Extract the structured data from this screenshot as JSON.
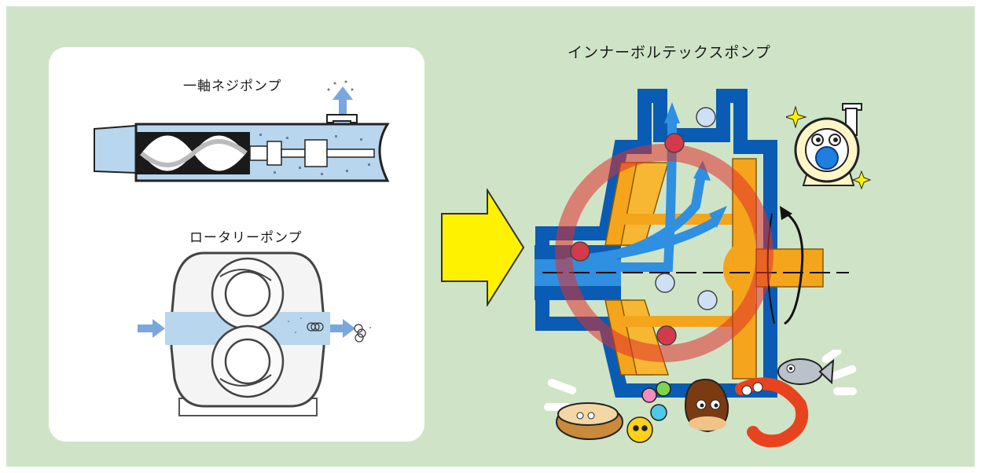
{
  "labels": {
    "screw_pump": "一軸ネジポンプ",
    "rotary_pump": "ロータリーポンプ",
    "inner_vortex_pump": "インナーボルテックスポンプ"
  },
  "icons": {
    "arrow": "transition-arrow-icon",
    "mascot": "pump-mascot-icon",
    "food": [
      "shellfish-icon",
      "chestnut-icon",
      "shrimp-icon",
      "fish-icon",
      "flower-icon"
    ]
  },
  "colors": {
    "background": "#cfe4c7",
    "panel": "#ffffff",
    "pump_blue": "#0a5bb3",
    "impeller_orange": "#f4a51c",
    "flow_blue": "#2f8fe0",
    "highlight_red": "#e0302c",
    "arrow_yellow": "#fff200"
  }
}
